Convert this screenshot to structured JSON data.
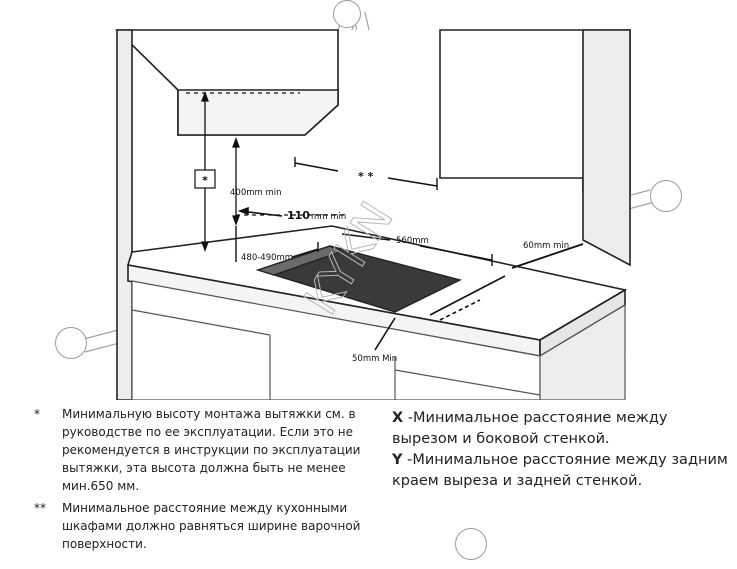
{
  "diagram": {
    "labels": {
      "star": "*",
      "double_star": "* *",
      "hood_min": "400mm min",
      "gap_110_value": "110",
      "gap_110_unit": "mm min",
      "depth_cutout": "480-490mm",
      "width_cutout": "560mm",
      "side_min": "60mm min",
      "front_min": "50mm Min"
    },
    "watermark": "KYKN"
  },
  "notes": [
    {
      "mark": "*",
      "text": "Минимальную высоту монтажа вытяжки см. в руководстве по ее эксплуатации. Если это не рекомендуется в инструкции по эксплуатации вытяжки, эта высота должна быть не менее мин.650 мм."
    },
    {
      "mark": "**",
      "text": "Минимальное расстояние между кухонными шкафами должно равняться ширине варочной поверхности."
    }
  ],
  "legend": [
    {
      "key": "X",
      "text": " -Минимальное расстояние между вырезом и боковой стенкой."
    },
    {
      "key": "Y",
      "text": " -Минимальное расстояние между задним краем выреза и задней стенкой."
    }
  ]
}
